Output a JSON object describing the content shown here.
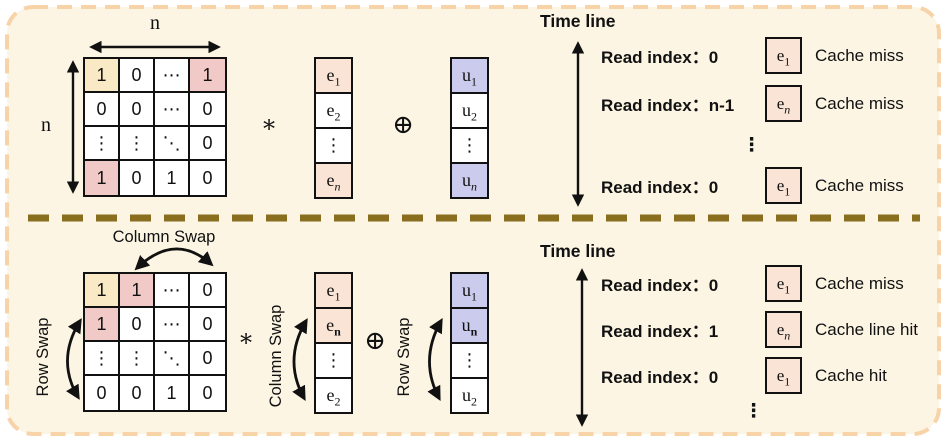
{
  "colors": {
    "panel_bg": "#FCF5E3",
    "panel_border": "#F8D3A8",
    "divider": "#8A6E1F",
    "yellow": "#F9EAC5",
    "pink": "#F1C9C7",
    "peach": "#FAE4D6",
    "lavender": "#CBCBED",
    "white": "#FFFFFF"
  },
  "top": {
    "matrix": {
      "col_label": "n",
      "row_label": "n",
      "cells": [
        [
          {
            "t": "1",
            "bg": "yellow"
          },
          {
            "t": "0",
            "bg": "white"
          },
          {
            "t": "⋯",
            "bg": "white"
          },
          {
            "t": "1",
            "bg": "pink"
          }
        ],
        [
          {
            "t": "0",
            "bg": "white"
          },
          {
            "t": "0",
            "bg": "white"
          },
          {
            "t": "⋯",
            "bg": "white"
          },
          {
            "t": "0",
            "bg": "white"
          }
        ],
        [
          {
            "t": "⋮",
            "bg": "white"
          },
          {
            "t": "⋮",
            "bg": "white"
          },
          {
            "t": "⋱",
            "bg": "white"
          },
          {
            "t": "0",
            "bg": "white"
          }
        ],
        [
          {
            "t": "1",
            "bg": "pink"
          },
          {
            "t": "0",
            "bg": "white"
          },
          {
            "t": "1",
            "bg": "white"
          },
          {
            "t": "0",
            "bg": "white"
          }
        ]
      ]
    },
    "mul_symbol": "∗",
    "xor_symbol": "⊕",
    "e_vector": [
      {
        "base": "e",
        "sub": "1",
        "bg": "peach"
      },
      {
        "base": "e",
        "sub": "2",
        "bg": "white"
      },
      {
        "base": "⋮",
        "sub": "",
        "bg": "white"
      },
      {
        "base": "e",
        "sub": "n",
        "bg": "peach"
      }
    ],
    "u_vector": [
      {
        "base": "u",
        "sub": "1",
        "bg": "lavender"
      },
      {
        "base": "u",
        "sub": "2",
        "bg": "white"
      },
      {
        "base": "⋮",
        "sub": "",
        "bg": "white"
      },
      {
        "base": "u",
        "sub": "n",
        "bg": "lavender"
      }
    ],
    "timeline": {
      "title": "Time line",
      "dots": "⋮",
      "rows": [
        {
          "label": "Read index：",
          "value": "0",
          "box_base": "e",
          "box_sub": "1",
          "result": "Cache miss"
        },
        {
          "label": "Read index：",
          "value": "n-1",
          "box_base": "e",
          "box_sub": "n",
          "result": "Cache miss"
        },
        {
          "label": "Read index：",
          "value": "0",
          "box_base": "e",
          "box_sub": "1",
          "result": "Cache miss"
        }
      ]
    }
  },
  "bottom": {
    "column_swap_label": "Column Swap",
    "row_swap_label": "Row Swap",
    "evec_swap_label": "Column Swap",
    "uvec_swap_label": "Row Swap",
    "matrix": {
      "cells": [
        [
          {
            "t": "1",
            "bg": "yellow"
          },
          {
            "t": "1",
            "bg": "pink"
          },
          {
            "t": "⋯",
            "bg": "white"
          },
          {
            "t": "0",
            "bg": "white"
          }
        ],
        [
          {
            "t": "1",
            "bg": "pink"
          },
          {
            "t": "0",
            "bg": "white"
          },
          {
            "t": "⋯",
            "bg": "white"
          },
          {
            "t": "0",
            "bg": "white"
          }
        ],
        [
          {
            "t": "⋮",
            "bg": "white"
          },
          {
            "t": "⋮",
            "bg": "white"
          },
          {
            "t": "⋱",
            "bg": "white"
          },
          {
            "t": "0",
            "bg": "white"
          }
        ],
        [
          {
            "t": "0",
            "bg": "white"
          },
          {
            "t": "0",
            "bg": "white"
          },
          {
            "t": "1",
            "bg": "white"
          },
          {
            "t": "0",
            "bg": "white"
          }
        ]
      ]
    },
    "mul_symbol": "∗",
    "xor_symbol": "⊕",
    "e_vector": [
      {
        "base": "e",
        "sub": "1",
        "bg": "peach"
      },
      {
        "base": "e",
        "sub": "n",
        "bg": "peach"
      },
      {
        "base": "⋮",
        "sub": "",
        "bg": "white"
      },
      {
        "base": "e",
        "sub": "2",
        "bg": "white"
      }
    ],
    "u_vector": [
      {
        "base": "u",
        "sub": "1",
        "bg": "lavender"
      },
      {
        "base": "u",
        "sub": "n",
        "bg": "lavender"
      },
      {
        "base": "⋮",
        "sub": "",
        "bg": "white"
      },
      {
        "base": "u",
        "sub": "2",
        "bg": "white"
      }
    ],
    "timeline": {
      "title": "Time line",
      "dots": "⋮",
      "rows": [
        {
          "label": "Read index：",
          "value": "0",
          "box_base": "e",
          "box_sub": "1",
          "result": "Cache miss"
        },
        {
          "label": "Read index：",
          "value": "1",
          "box_base": "e",
          "box_sub": "n",
          "result": "Cache line hit"
        },
        {
          "label": "Read index：",
          "value": "0",
          "box_base": "e",
          "box_sub": "1",
          "result": "Cache hit"
        }
      ]
    }
  }
}
